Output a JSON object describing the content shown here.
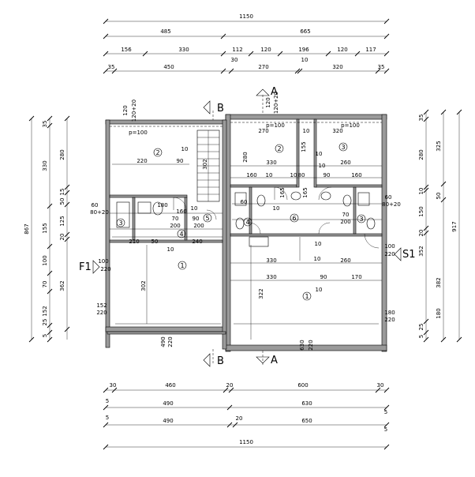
{
  "top_dims": {
    "row1": [
      "1150"
    ],
    "row2": [
      "485",
      "665"
    ],
    "row3": [
      "156",
      "330",
      "112",
      "120",
      "196",
      "120",
      "117"
    ],
    "row4": [
      "35",
      "450",
      "30",
      "270",
      "10",
      "320",
      "35"
    ]
  },
  "bottom_dims": {
    "row1": [
      "30",
      "460",
      "20",
      "600",
      "30"
    ],
    "row2": [
      "5",
      "490",
      "630",
      "5"
    ],
    "row3": [
      "5",
      "490",
      "20",
      "650",
      "5"
    ],
    "row4": [
      "1150"
    ]
  },
  "left_dims": {
    "outer": "867",
    "col1": [
      "35",
      "330",
      "155",
      "100",
      "70",
      "152",
      "25",
      "5"
    ],
    "col2": [
      "280",
      "15",
      "50",
      "125",
      "20",
      "362"
    ]
  },
  "right_dims": {
    "outer": "917",
    "col1": [
      "35",
      "280",
      "10",
      "150",
      "20",
      "352",
      "382",
      "180",
      "25",
      "5"
    ],
    "col2": [
      "325",
      "50"
    ]
  },
  "section_marks": {
    "b": "B",
    "a": "A",
    "f1": "F1",
    "s1": "S1"
  },
  "room_numbers": [
    "2",
    "3",
    "2",
    "3",
    "4",
    "5",
    "6",
    "4",
    "3",
    "1",
    "1"
  ],
  "interior_dims": [
    "220",
    "90",
    "10",
    "p=100",
    "120",
    "120+20",
    "120",
    "120+20",
    "p=100",
    "270",
    "10",
    "320",
    "p=100",
    "280",
    "155",
    "10",
    "10",
    "330",
    "260",
    "160",
    "10",
    "10",
    "80",
    "90",
    "160",
    "165",
    "165",
    "60",
    "80+20",
    "60",
    "80+20",
    "180",
    "160",
    "10",
    "60",
    "10",
    "70",
    "200",
    "90",
    "200",
    "70",
    "200",
    "210",
    "50",
    "240",
    "10",
    "10",
    "330",
    "10",
    "260",
    "100",
    "220",
    "100",
    "220",
    "302",
    "322",
    "330",
    "90",
    "170",
    "10",
    "152",
    "220",
    "180",
    "220",
    "490",
    "220",
    "630",
    "220",
    "302"
  ]
}
